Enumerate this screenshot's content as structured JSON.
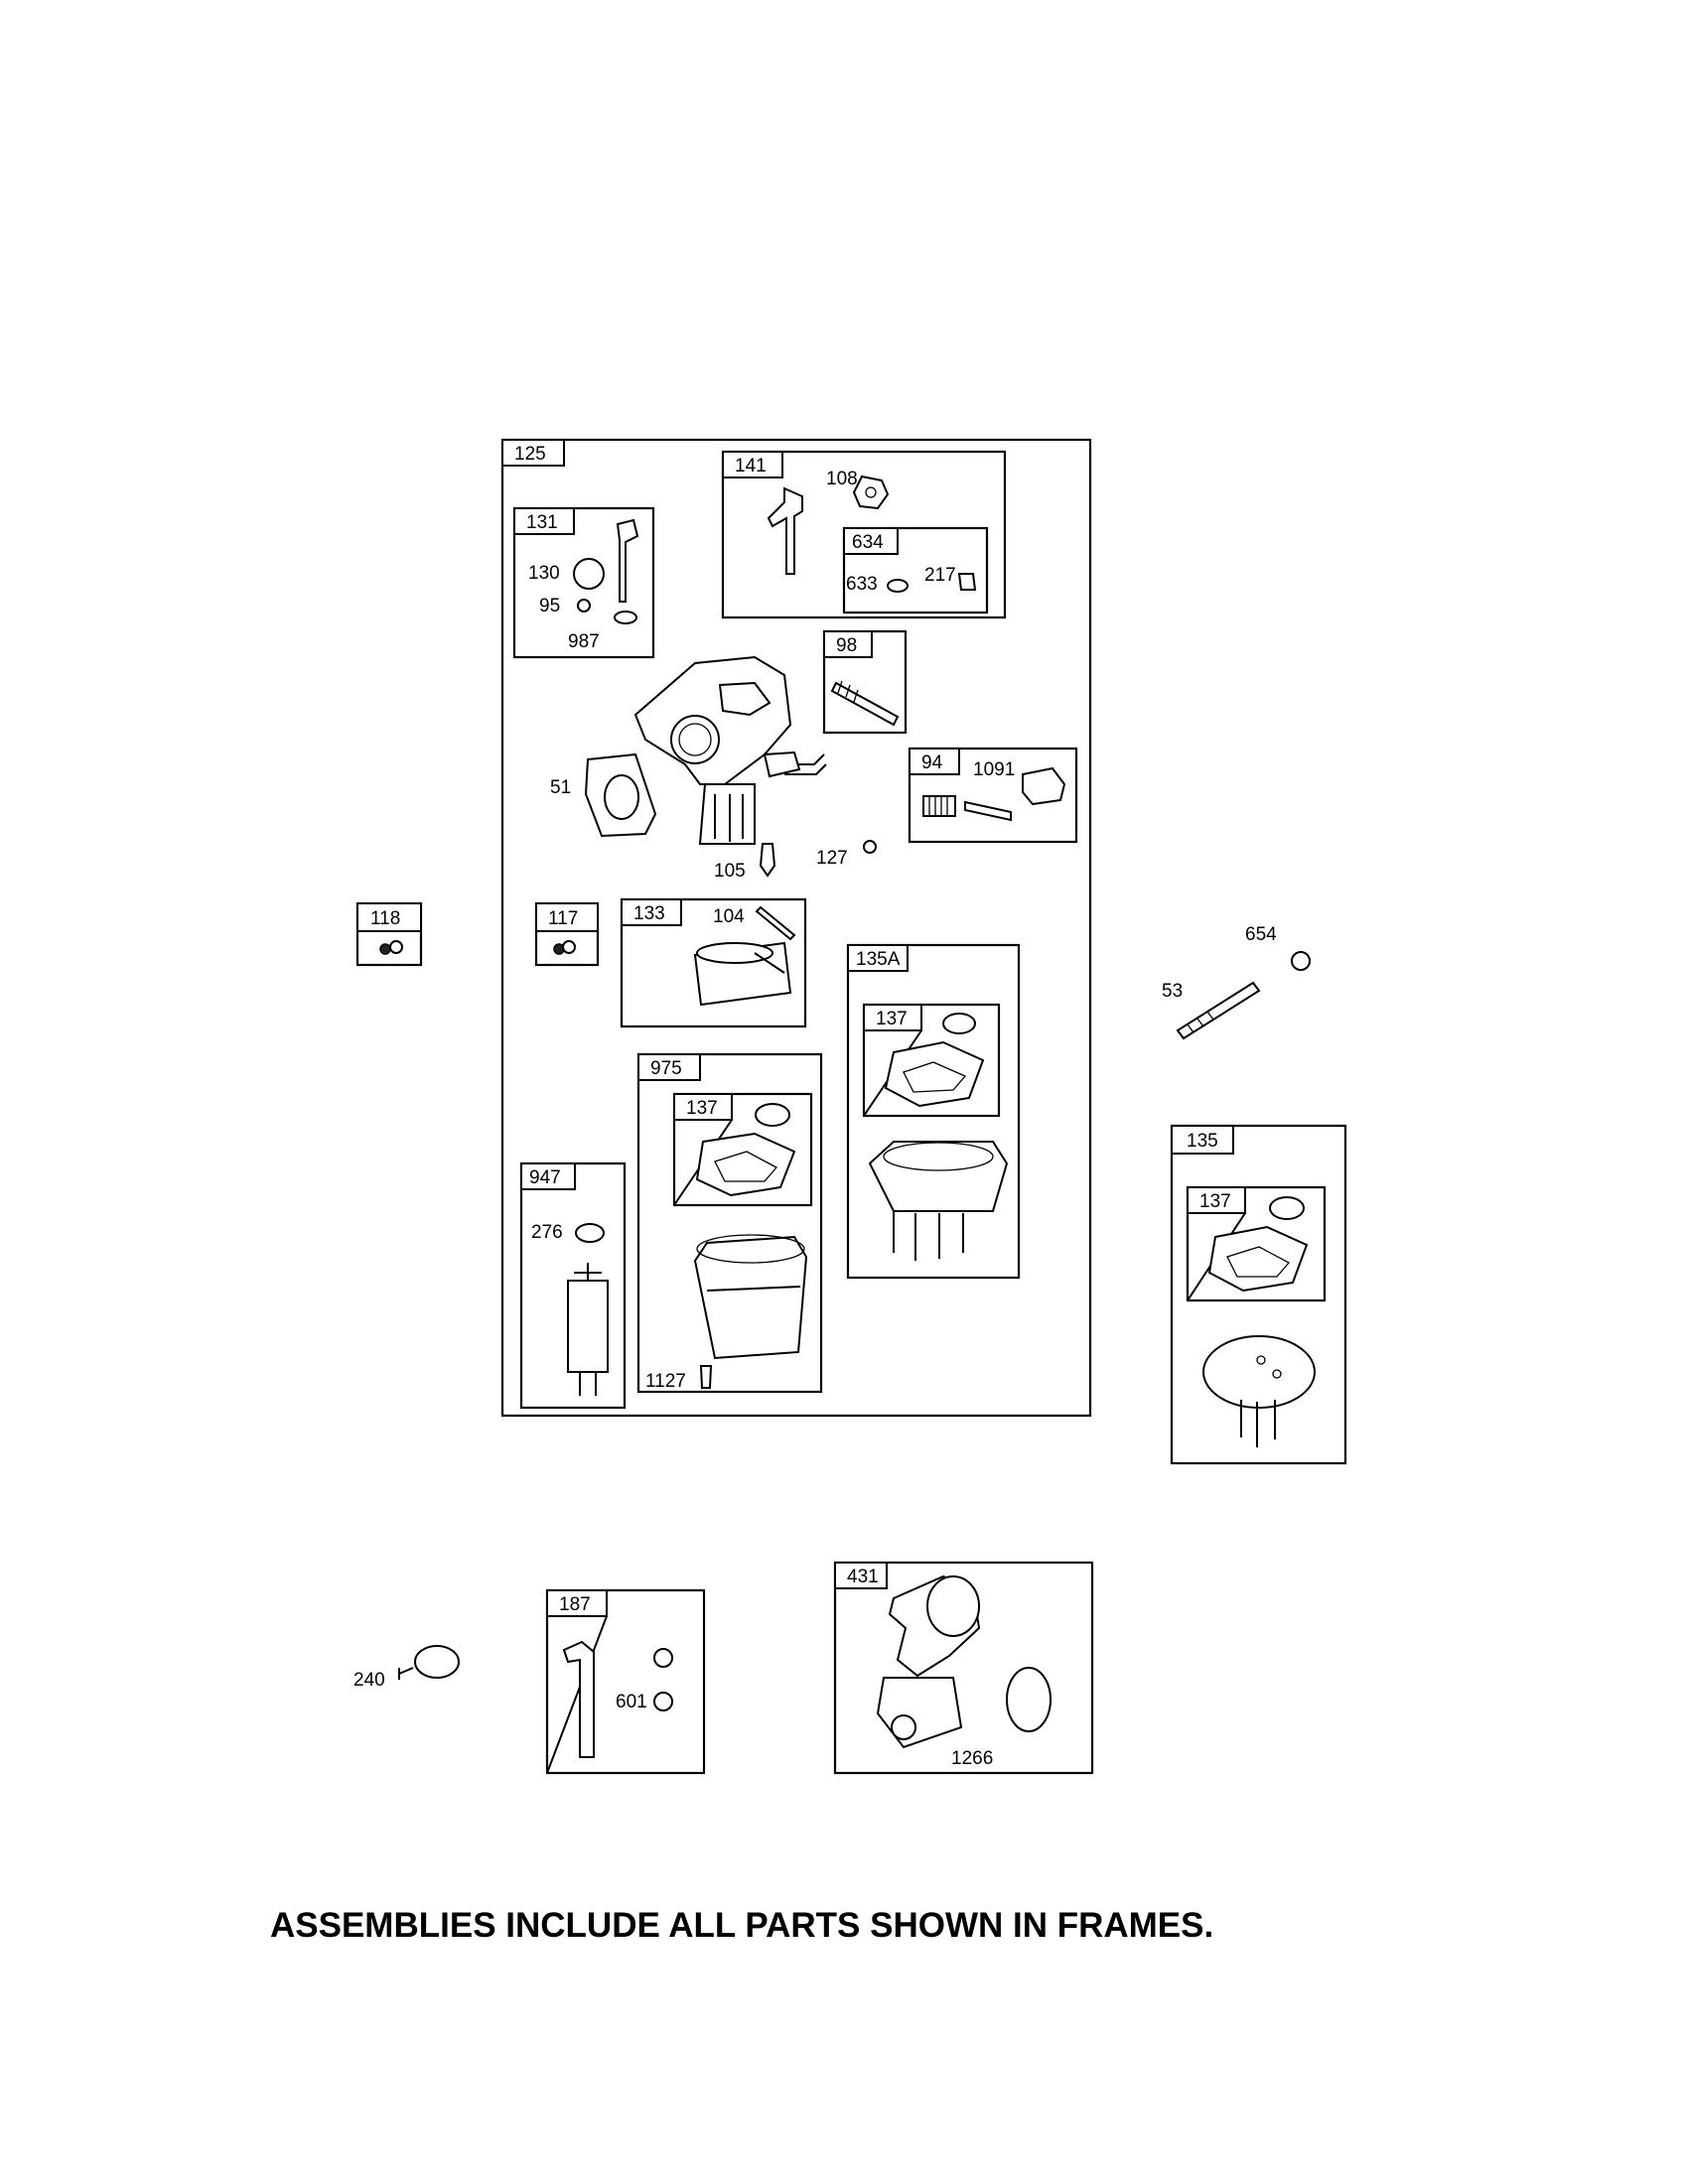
{
  "frames": {
    "f125": "125",
    "f141": "141",
    "f131": "131",
    "f634": "634",
    "f98": "98",
    "f94": "94",
    "f118": "118",
    "f117": "117",
    "f133": "133",
    "f135A": "135A",
    "f137a": "137",
    "f975": "975",
    "f137b": "137",
    "f947": "947",
    "f135": "135",
    "f137c": "137",
    "f187": "187",
    "f431": "431"
  },
  "parts": {
    "p108": "108",
    "p633": "633",
    "p217": "217",
    "p130": "130",
    "p95": "95",
    "p987": "987",
    "p51": "51",
    "p1091": "1091",
    "p105": "105",
    "p127": "127",
    "p104": "104",
    "p654": "654",
    "p53": "53",
    "p276": "276",
    "p1127": "1127",
    "p240": "240",
    "p601": "601",
    "p1266": "1266"
  },
  "footer": {
    "note": "ASSEMBLIES INCLUDE ALL PARTS SHOWN IN FRAMES."
  }
}
